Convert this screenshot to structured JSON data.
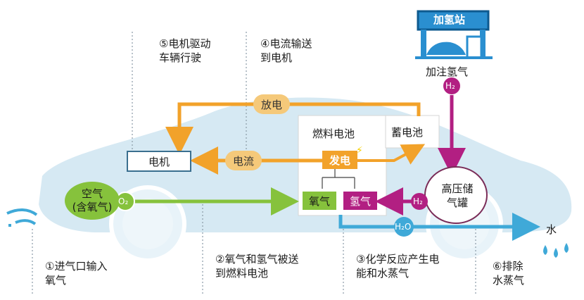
{
  "station": {
    "sign": "加氢站",
    "label": "加注氢气"
  },
  "steps": {
    "s1": "①进气口输入\n氧气",
    "s2": "②氧气和氢气被送\n到燃料电池",
    "s3": "③化学反应产生电\n能和水蒸气",
    "s4": "④电流输送\n到电机",
    "s5": "⑤电机驱动\n车辆行驶",
    "s6": "⑥排除\n水蒸气"
  },
  "labels": {
    "discharge": "放电",
    "current": "电流",
    "motor": "电机",
    "fuel_cell": "燃料电池",
    "battery": "蓄电池",
    "generate": "发电",
    "oxygen": "氧气",
    "hydrogen": "氢气",
    "tank": "高压储\n气罐",
    "air": "空气\n(含氧气)",
    "o2": "O₂",
    "h2_top": "H₂",
    "h2_tank": "H₂",
    "h2o": "H₂O",
    "water": "水"
  },
  "colors": {
    "orange": "#f2a22a",
    "green": "#86c23c",
    "magenta": "#b21f82",
    "blue": "#3fa9d8",
    "car": "#cfe6f2"
  }
}
